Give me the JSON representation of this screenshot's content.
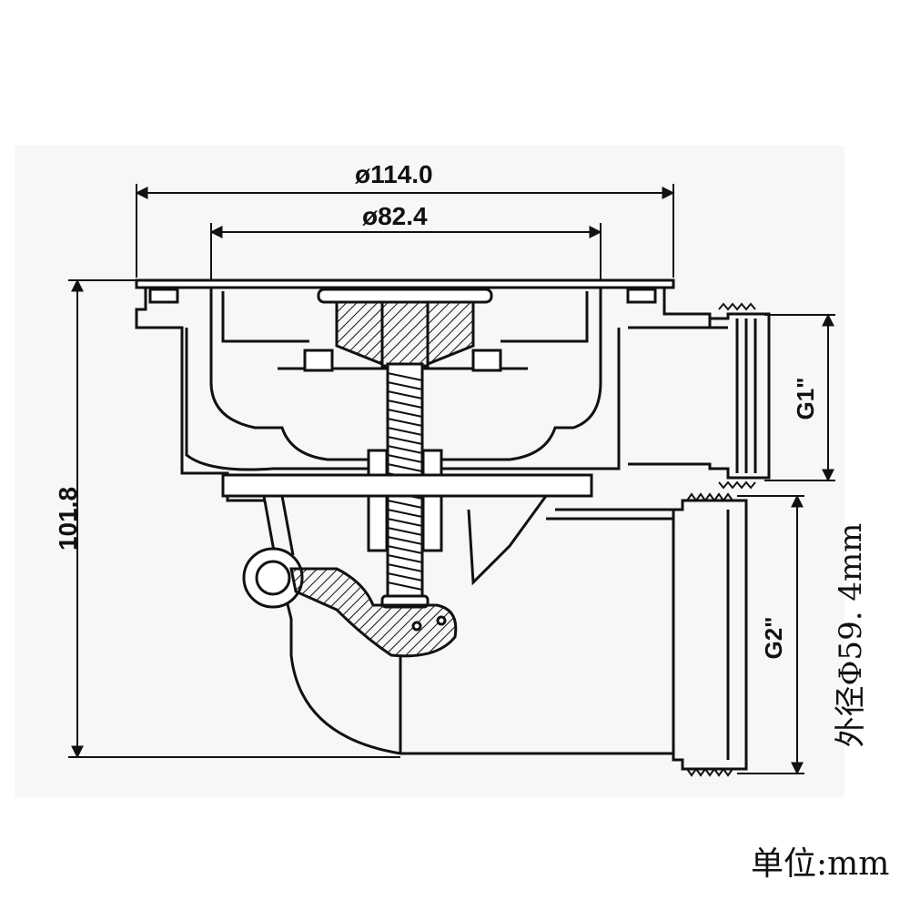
{
  "dimensions": {
    "outer_diameter_top": "ø114.0",
    "inner_diameter_top": "ø82.4",
    "overall_height": "101.8",
    "thread_upper": "G1\"",
    "thread_lower": "G2\"",
    "outer_diameter_note": "外径Φ59. 4mm"
  },
  "unit_note": "单位:mm"
}
